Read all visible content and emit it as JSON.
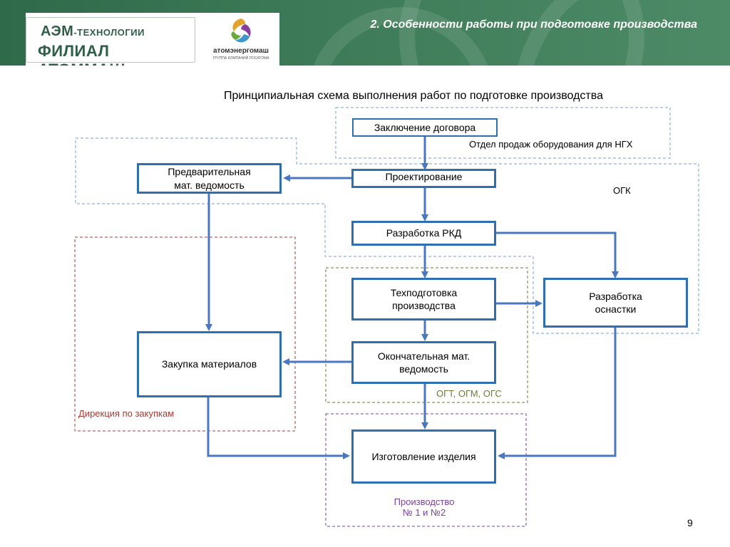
{
  "header": {
    "title": "2. Особенности работы при подготовке производства",
    "logo_aem_main": "АЭМ",
    "logo_aem_suffix": "-ТЕХНОЛОГИИ",
    "logo_branch": "ФИЛИАЛ АТОММАШ",
    "logo_atom_name": "атомэнергомаш",
    "logo_atom_sub": "ГРУППА КОМПАНИЙ РОСАТОМА"
  },
  "diagram": {
    "title": "Принципиальная схема выполнения работ по подготовке производства",
    "nodes": {
      "contract": "Заключение договора",
      "prelim_list": "Предварительная\nмат. ведомость",
      "design": "Проектирование",
      "rkd": "Разработка РКД",
      "techprep": "Техподготовка\nпроизводства",
      "tooling": "Разработка\nоснастки",
      "purchase": "Закупка материалов",
      "final_list": "Окончательная мат.\nведомость",
      "manufacturing": "Изготовление изделия"
    },
    "zones": {
      "sales": "Отдел продаж оборудования для НГХ",
      "ogk": "ОГК",
      "procurement": "Дирекция по закупкам",
      "ogt": "ОГТ, ОГМ, ОГС",
      "production": "Производство\n№ 1 и №2"
    },
    "colors": {
      "box_border": "#2e6fb2",
      "arrow": "#4a78c0",
      "zone_blue": "#7a9fd4",
      "zone_red": "#a33b34",
      "zone_olive": "#6b7a3a",
      "zone_purple": "#7a3fa0"
    }
  },
  "page_number": "9"
}
